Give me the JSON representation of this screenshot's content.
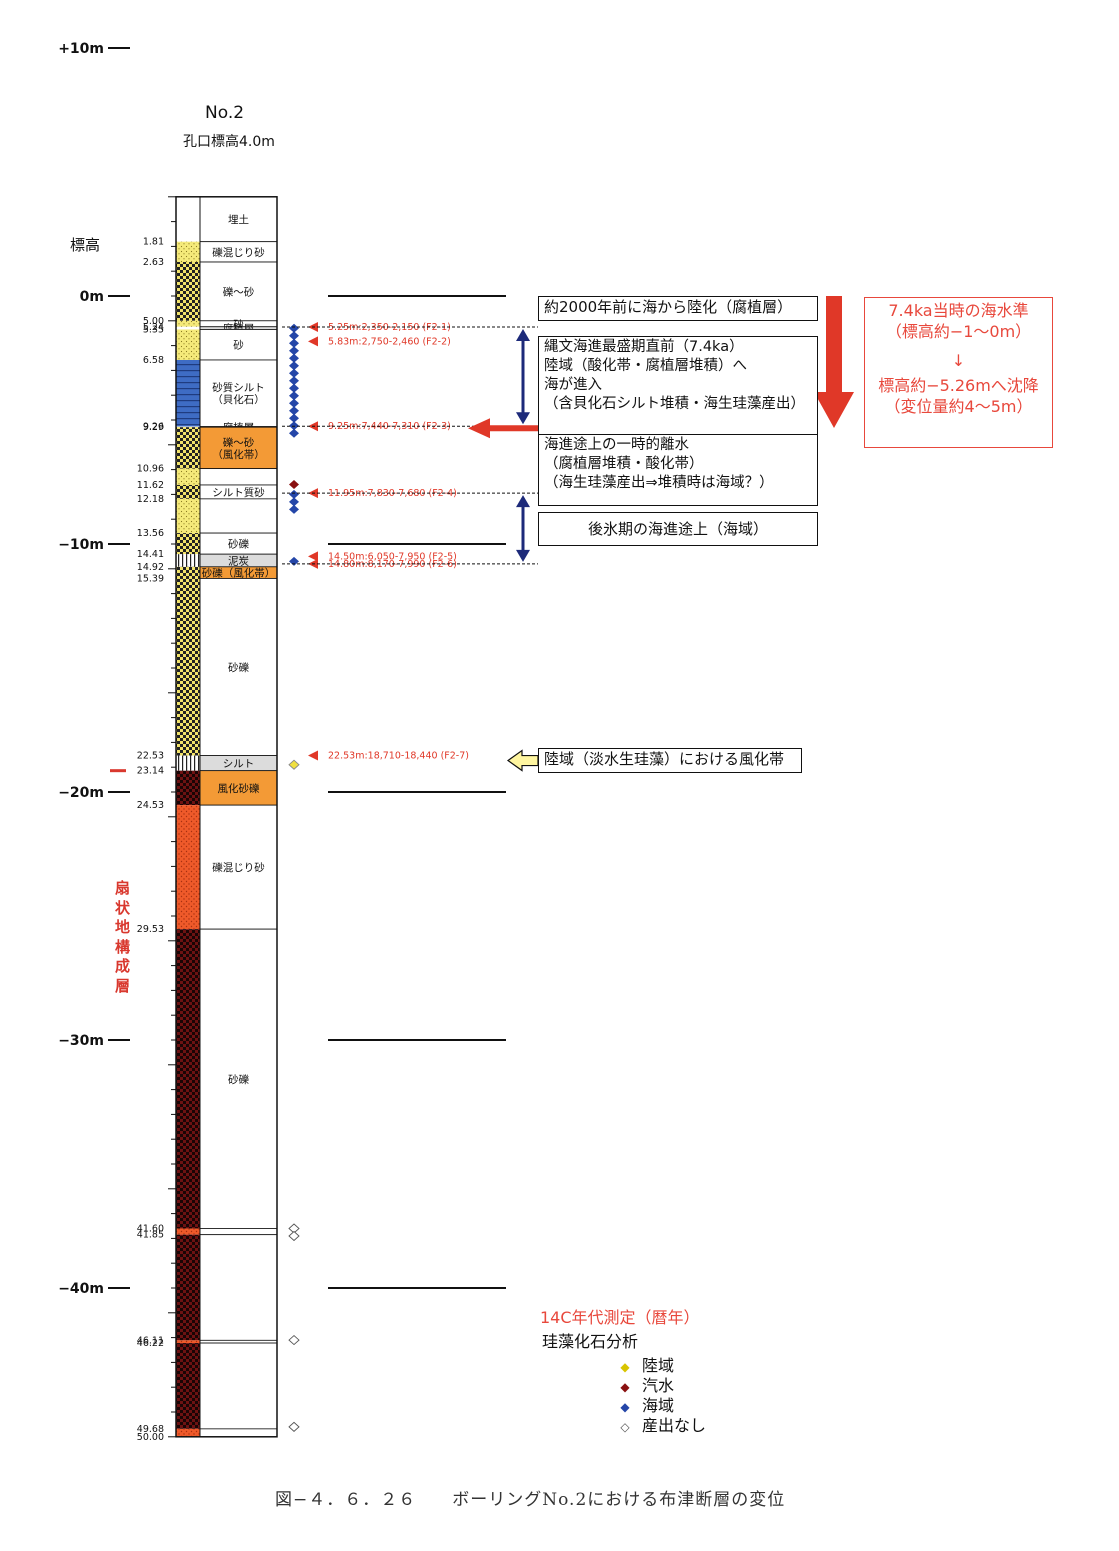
{
  "header": {
    "boring_no": "No.2",
    "collar_elevation": "孔口標高4.0m"
  },
  "axis": {
    "label": "標高",
    "ticks": [
      {
        "value": 10,
        "label": "+10m"
      },
      {
        "value": 0,
        "label": "0m"
      },
      {
        "value": -10,
        "label": "−10m"
      },
      {
        "value": -20,
        "label": "−20m"
      },
      {
        "value": -30,
        "label": "−30m"
      },
      {
        "value": -40,
        "label": "−40m"
      }
    ]
  },
  "colors": {
    "yellow_pebble": "#f2e36a",
    "gray": "#dcdcdc",
    "blue_silt": "#3e6cc4",
    "orange": "#f39a36",
    "dark_red_gravel": "#6d1212",
    "red_orange": "#ef5a2a",
    "arrow_red": "#e03828",
    "arrow_navy": "#1d2a7a",
    "diatom_land": "#f0e040",
    "diatom_brackish": "#8a1010",
    "diatom_marine": "#2446a8"
  },
  "depths": [
    "1.81",
    "2.63",
    "5.00",
    "5.24",
    "5.35",
    "6.58",
    "9.26",
    "9.29",
    "10.96",
    "11.62",
    "12.18",
    "13.56",
    "14.41",
    "14.92",
    "15.39",
    "22.53",
    "23.14",
    "24.53",
    "29.53",
    "41.60",
    "41.85",
    "46.11",
    "46.22",
    "49.68",
    "50.00"
  ],
  "layers": [
    {
      "top": 0.0,
      "bottom": 1.81,
      "pattern": "white",
      "name": "埋土"
    },
    {
      "top": 1.81,
      "bottom": 2.63,
      "pattern": "sand",
      "name": "礫混じり砂"
    },
    {
      "top": 2.63,
      "bottom": 5.0,
      "pattern": "gravel",
      "name": "礫〜砂"
    },
    {
      "top": 5.0,
      "bottom": 5.24,
      "pattern": "sand",
      "name": "砂"
    },
    {
      "top": 5.24,
      "bottom": 5.35,
      "pattern": "humus",
      "name": "腐植層"
    },
    {
      "top": 5.35,
      "bottom": 6.58,
      "pattern": "sand",
      "name": "砂"
    },
    {
      "top": 6.58,
      "bottom": 9.26,
      "pattern": "silt",
      "name": "砂質シルト\n（貝化石）"
    },
    {
      "top": 9.26,
      "bottom": 9.29,
      "pattern": "humus",
      "name": "腐植層"
    },
    {
      "top": 9.29,
      "bottom": 10.96,
      "pattern": "gravel",
      "name": "礫〜砂\n（風化帯）",
      "fill": "orange"
    },
    {
      "top": 10.96,
      "bottom": 11.62,
      "pattern": "sand",
      "name": ""
    },
    {
      "top": 11.62,
      "bottom": 12.18,
      "pattern": "gravel",
      "name": "シルト質砂"
    },
    {
      "top": 12.18,
      "bottom": 13.56,
      "pattern": "sand",
      "name": ""
    },
    {
      "top": 13.56,
      "bottom": 14.41,
      "pattern": "gravel",
      "name": "砂礫"
    },
    {
      "top": 14.41,
      "bottom": 14.92,
      "pattern": "mud",
      "name": "泥炭"
    },
    {
      "top": 14.92,
      "bottom": 15.39,
      "pattern": "gravel",
      "name": "砂礫（風化帯）",
      "fill": "orange"
    },
    {
      "top": 15.39,
      "bottom": 22.53,
      "pattern": "gravel",
      "name": "砂礫"
    },
    {
      "top": 22.53,
      "bottom": 23.14,
      "pattern": "mud",
      "name": "シルト"
    },
    {
      "top": 23.14,
      "bottom": 24.53,
      "pattern": "redgravel",
      "name": "風化砂礫",
      "fill": "orange"
    },
    {
      "top": 24.53,
      "bottom": 29.53,
      "pattern": "redorange",
      "name": "礫混じり砂"
    },
    {
      "top": 29.53,
      "bottom": 41.6,
      "pattern": "redgravel",
      "name": "砂礫"
    },
    {
      "top": 41.6,
      "bottom": 41.85,
      "pattern": "redorange",
      "name": ""
    },
    {
      "top": 41.85,
      "bottom": 46.11,
      "pattern": "redgravel",
      "name": ""
    },
    {
      "top": 46.11,
      "bottom": 46.22,
      "pattern": "redorange",
      "name": ""
    },
    {
      "top": 46.22,
      "bottom": 49.68,
      "pattern": "redgravel",
      "name": ""
    },
    {
      "top": 49.68,
      "bottom": 50.0,
      "pattern": "redorange",
      "name": ""
    }
  ],
  "dates": [
    {
      "depth": 5.25,
      "label": "5.25m:2,350-2,150 (F2-1)"
    },
    {
      "depth": 5.83,
      "label": "5.83m:2,750-2,460 (F2-2)"
    },
    {
      "depth": 9.25,
      "label": "9.25m:7,440-7,310 (F2-3)"
    },
    {
      "depth": 11.95,
      "label": "11.95m:7,830-7,680 (F2-4)"
    },
    {
      "depth": 14.5,
      "label": "14.50m:6,050-7,950 (F2-5)"
    },
    {
      "depth": 14.8,
      "label": "14.80m:8,170-7,990 (F2-6)"
    },
    {
      "depth": 22.53,
      "label": "22.53m:18,710-18,440 (F2-7)"
    }
  ],
  "diatoms": [
    {
      "from": 5.3,
      "to": 9.5,
      "type": "marine"
    },
    {
      "from": 11.6,
      "to": 11.6,
      "type": "brackish"
    },
    {
      "from": 12.0,
      "to": 12.6,
      "type": "marine"
    },
    {
      "from": 14.7,
      "to": 14.7,
      "type": "marine"
    },
    {
      "from": 22.9,
      "to": 22.9,
      "type": "land"
    },
    {
      "from": 41.6,
      "to": 41.9,
      "type": "none"
    },
    {
      "from": 46.1,
      "to": 46.1,
      "type": "none"
    },
    {
      "from": 49.6,
      "to": 49.6,
      "type": "none"
    }
  ],
  "notes": {
    "n1": "約2000年前に海から陸化（腐植層）",
    "n2": "縄文海進最盛期直前（7.4ka）\n陸域（酸化帯・腐植層堆積）へ\n海が進入\n（含貝化石シルト堆積・海生珪藻産出）",
    "n3": "海進途上の一時的離水\n（腐植層堆積・酸化帯）\n（海生珪藻産出⇒堆積時は海域？）",
    "n4": "後氷期の海進途上（海域）",
    "n5": "陸域（淡水生珪藻）における風化帯"
  },
  "sea_level": {
    "line1": "7.4ka当時の海水準",
    "line2": "（標高約−1〜0m）",
    "line3": "↓",
    "line4": "標高約−5.26mへ沈降",
    "line5": "（変位量約4〜5m）"
  },
  "fan_label": "扇状地構成層",
  "legend": {
    "title": "14C年代測定（暦年）",
    "subtitle": "珪藻化石分析",
    "items": [
      {
        "type": "land",
        "label": "陸域"
      },
      {
        "type": "brackish",
        "label": "汽水"
      },
      {
        "type": "marine",
        "label": "海域"
      },
      {
        "type": "none",
        "label": "産出なし"
      }
    ]
  },
  "caption": "図−４．６．２６　　ボーリングNo.2における布津断層の変位"
}
